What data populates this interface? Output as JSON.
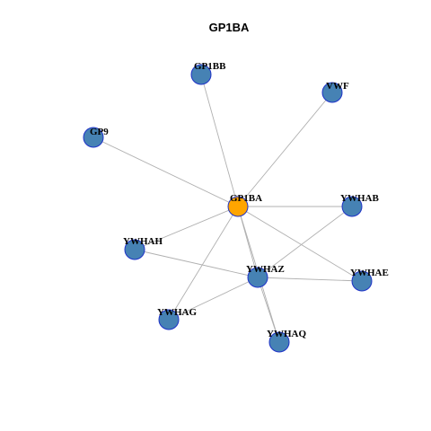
{
  "title": "GP1BA",
  "colors": {
    "hub_fill": "#FFA500",
    "node_fill": "#4682B4",
    "node_stroke": "#1E32C8",
    "edge": "#b0b0b0"
  },
  "nodes": [
    {
      "id": "GP1BA",
      "label": "GP1BA",
      "hub": true
    },
    {
      "id": "GP1BB",
      "label": "GP1BB",
      "hub": false
    },
    {
      "id": "VWF",
      "label": "VWF",
      "hub": false
    },
    {
      "id": "GP9",
      "label": "GP9",
      "hub": false
    },
    {
      "id": "YWHAB",
      "label": "YWHAB",
      "hub": false
    },
    {
      "id": "YWHAH",
      "label": "YWHAH",
      "hub": false
    },
    {
      "id": "YWHAZ",
      "label": "YWHAZ",
      "hub": false
    },
    {
      "id": "YWHAE",
      "label": "YWHAE",
      "hub": false
    },
    {
      "id": "YWHAG",
      "label": "YWHAG",
      "hub": false
    },
    {
      "id": "YWHAQ",
      "label": "YWHAQ",
      "hub": false
    }
  ],
  "edges": [
    [
      "GP1BA",
      "GP1BB"
    ],
    [
      "GP1BA",
      "VWF"
    ],
    [
      "GP1BA",
      "GP9"
    ],
    [
      "GP1BA",
      "YWHAB"
    ],
    [
      "GP1BA",
      "YWHAH"
    ],
    [
      "GP1BA",
      "YWHAZ"
    ],
    [
      "GP1BA",
      "YWHAE"
    ],
    [
      "GP1BA",
      "YWHAG"
    ],
    [
      "GP1BA",
      "YWHAQ"
    ],
    [
      "YWHAZ",
      "YWHAB"
    ],
    [
      "YWHAZ",
      "YWHAH"
    ],
    [
      "YWHAZ",
      "YWHAE"
    ],
    [
      "YWHAZ",
      "YWHAG"
    ],
    [
      "YWHAZ",
      "YWHAQ"
    ]
  ]
}
